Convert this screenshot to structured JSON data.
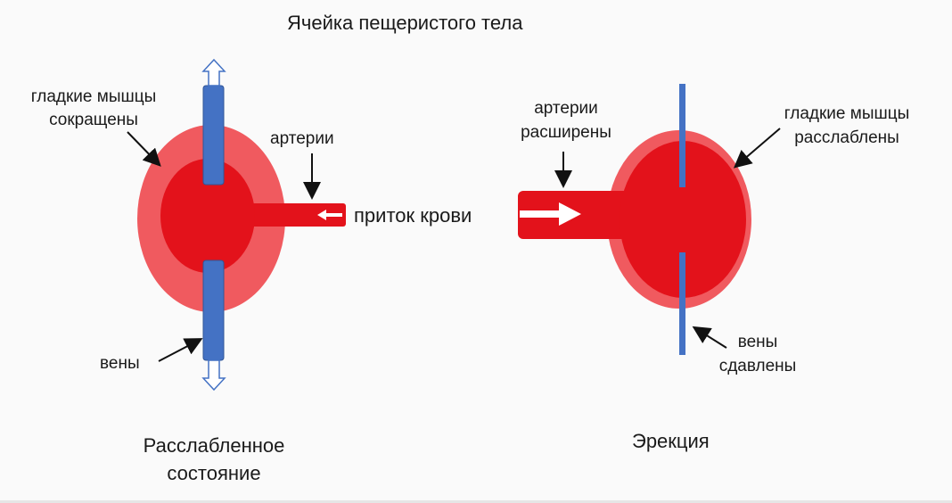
{
  "title": "Ячейка пещеристого тела",
  "left": {
    "muscle_label_1": "гладкие мышцы",
    "muscle_label_2": "сокращены",
    "artery_label": "артерии",
    "veins_label": "вены",
    "state_label_1": "Расслабленное",
    "state_label_2": "состояние"
  },
  "center": {
    "flow_label": "приток  крови"
  },
  "right": {
    "artery_label_1": "артерии",
    "artery_label_2": "расширены",
    "muscle_label_1": "гладкие мышцы",
    "muscle_label_2": "расслаблены",
    "veins_label_1": "вены",
    "veins_label_2": "сдавлены",
    "state_label": "Эрекция"
  },
  "colors": {
    "outer_red": "#f05a5f",
    "inner_red": "#e3121b",
    "vein_blue": "#4472c4",
    "vein_border": "#2f5597",
    "arrow_black": "#111111",
    "background": "#fafafa"
  }
}
